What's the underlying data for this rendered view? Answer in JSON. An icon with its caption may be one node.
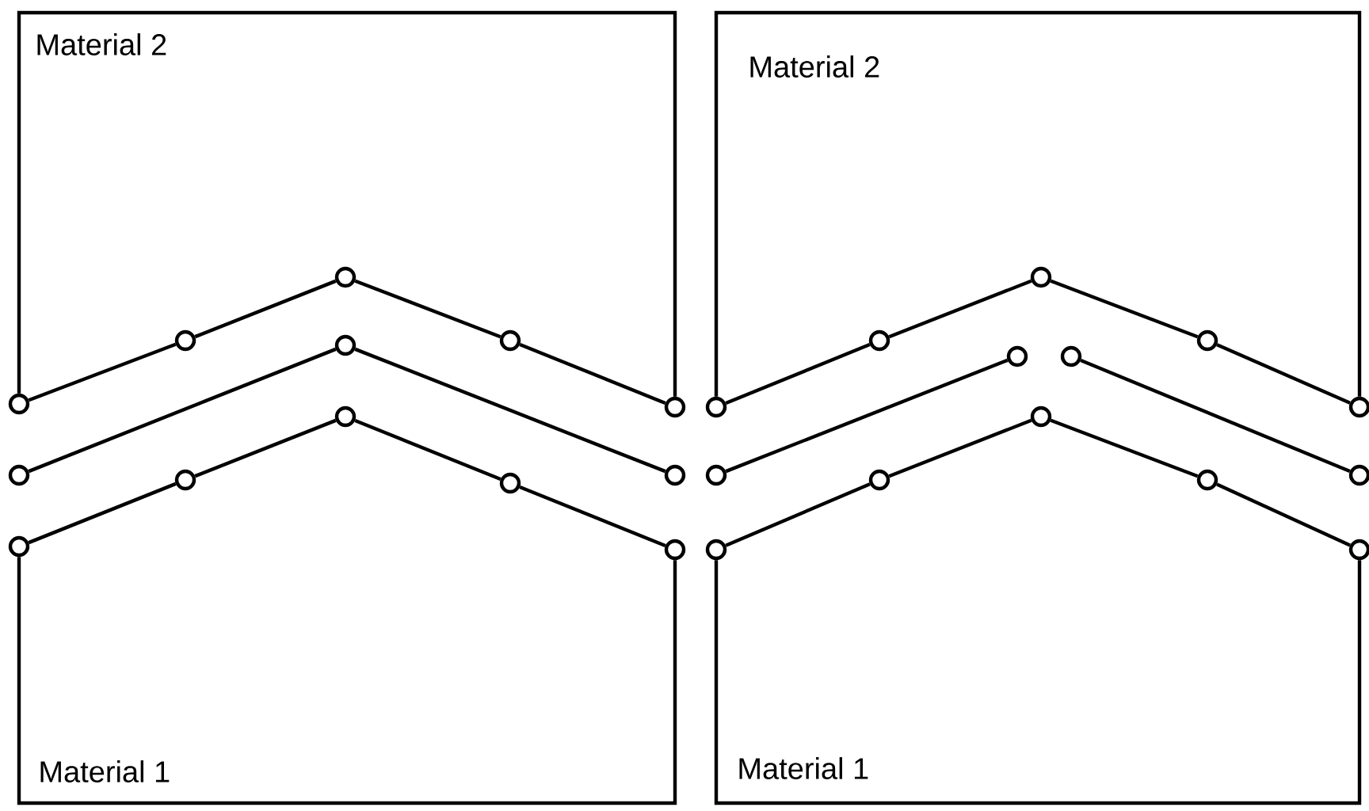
{
  "diagram": {
    "nodes": [
      {
        "text": [],
        "shape": "circle"
      },
      {
        "text": [],
        "shape": "circle"
      },
      {
        "text": [],
        "shape": "circle"
      },
      {
        "text": [],
        "shape": "circle"
      },
      {
        "text": [],
        "shape": "circle"
      },
      {
        "text": [],
        "shape": "circle"
      },
      {
        "text": [],
        "shape": "circle"
      },
      {
        "text": [],
        "shape": "circle"
      },
      {
        "text": [],
        "shape": "circle"
      },
      {
        "text": [],
        "shape": "circle"
      },
      {
        "text": [],
        "shape": "circle"
      },
      {
        "text": [],
        "shape": "circle"
      },
      {
        "text": [],
        "shape": "circle"
      },
      {
        "text": [],
        "shape": "circle"
      },
      {
        "text": [],
        "shape": "circle"
      },
      {
        "text": [],
        "shape": "circle"
      },
      {
        "text": [],
        "shape": "circle"
      },
      {
        "text": [],
        "shape": "circle"
      },
      {
        "text": [],
        "shape": "circle"
      },
      {
        "text": [],
        "shape": "circle"
      },
      {
        "text": [],
        "shape": "circle"
      },
      {
        "text": [],
        "shape": "circle"
      },
      {
        "text": [],
        "shape": "circle"
      },
      {
        "text": [],
        "shape": "circle"
      },
      {
        "text": [],
        "shape": "circle"
      },
      {
        "text": [],
        "shape": "circle"
      },
      {
        "text": [],
        "shape": "circle"
      }
    ],
    "edges": [
      {
        "from": 0,
        "to": 1,
        "arrow": "none"
      },
      {
        "from": 1,
        "to": 2,
        "arrow": "none"
      },
      {
        "from": 2,
        "to": 3,
        "arrow": "none"
      },
      {
        "from": 3,
        "to": 4,
        "arrow": "none"
      },
      {
        "from": 5,
        "to": 6,
        "arrow": "none"
      },
      {
        "from": 6,
        "to": 7,
        "arrow": "none"
      },
      {
        "from": 8,
        "to": 9,
        "arrow": "none"
      },
      {
        "from": 9,
        "to": 10,
        "arrow": "none"
      },
      {
        "from": 10,
        "to": 11,
        "arrow": "none"
      },
      {
        "from": 11,
        "to": 12,
        "arrow": "none"
      },
      {
        "from": 13,
        "to": 14,
        "arrow": "none"
      },
      {
        "from": 14,
        "to": 15,
        "arrow": "none"
      },
      {
        "from": 15,
        "to": 16,
        "arrow": "none"
      },
      {
        "from": 16,
        "to": 17,
        "arrow": "none"
      },
      {
        "from": 18,
        "to": 19,
        "arrow": "none"
      },
      {
        "from": 20,
        "to": 21,
        "arrow": "none"
      },
      {
        "from": 22,
        "to": 23,
        "arrow": "none"
      },
      {
        "from": 23,
        "to": 24,
        "arrow": "none"
      },
      {
        "from": 24,
        "to": 25,
        "arrow": "none"
      },
      {
        "from": 25,
        "to": 26,
        "arrow": "none"
      },
      {
        "from": 0,
        "to": 4,
        "arrow": "none"
      },
      {
        "from": 8,
        "to": 12,
        "arrow": "none"
      },
      {
        "from": 13,
        "to": 17,
        "arrow": "none"
      },
      {
        "from": 22,
        "to": 26,
        "arrow": "none"
      }
    ],
    "labels": [
      "Material 2",
      "Material 2",
      "Material 1",
      "Material 1"
    ]
  }
}
